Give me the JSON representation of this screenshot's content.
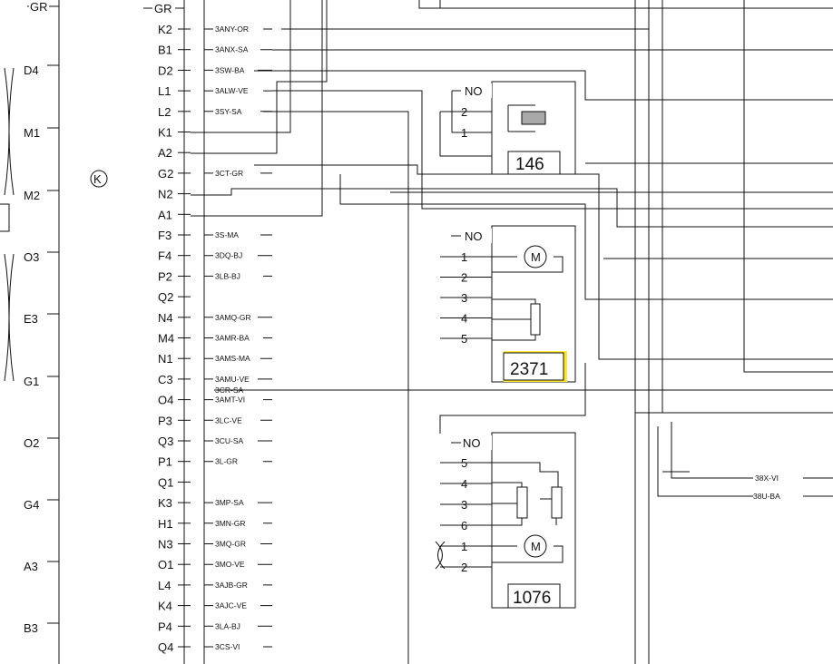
{
  "left_connector": {
    "header": "GR",
    "pins": [
      "D4",
      "M1",
      "M2",
      "O3",
      "E3",
      "G1",
      "O2",
      "G4",
      "A3",
      "B3"
    ]
  },
  "ground_symbol": "K",
  "main_connector": {
    "header": "GR",
    "pins": [
      {
        "pin": "K2",
        "wire": "3ANY-OR"
      },
      {
        "pin": "B1",
        "wire": "3ANX-SA"
      },
      {
        "pin": "D2",
        "wire": "3SW-BA"
      },
      {
        "pin": "L1",
        "wire": "3ALW-VE"
      },
      {
        "pin": "L2",
        "wire": "3SY-SA"
      },
      {
        "pin": "K1",
        "wire": ""
      },
      {
        "pin": "A2",
        "wire": ""
      },
      {
        "pin": "G2",
        "wire": "3CT-GR"
      },
      {
        "pin": "N2",
        "wire": ""
      },
      {
        "pin": "A1",
        "wire": ""
      },
      {
        "pin": "F3",
        "wire": "3S-MA"
      },
      {
        "pin": "F4",
        "wire": "3DQ-BJ"
      },
      {
        "pin": "P2",
        "wire": "3LB-BJ"
      },
      {
        "pin": "Q2",
        "wire": ""
      },
      {
        "pin": "N4",
        "wire": "3AMQ-GR"
      },
      {
        "pin": "M4",
        "wire": "3AMR-BA"
      },
      {
        "pin": "N1",
        "wire": "3AMS-MA"
      },
      {
        "pin": "C3",
        "wire": "3AMU-VE"
      },
      {
        "pin": "O4",
        "wire": "3AMT-VI"
      },
      {
        "pin": "P3",
        "wire": "3LC-VE"
      },
      {
        "pin": "Q3",
        "wire": "3CU-SA"
      },
      {
        "pin": "P1",
        "wire": "3L-GR"
      },
      {
        "pin": "Q1",
        "wire": ""
      },
      {
        "pin": "K3",
        "wire": "3MP-SA"
      },
      {
        "pin": "H1",
        "wire": "3MN-GR"
      },
      {
        "pin": "N3",
        "wire": "3MQ-GR"
      },
      {
        "pin": "O1",
        "wire": "3MO-VE"
      },
      {
        "pin": "L4",
        "wire": "3AJB-GR"
      },
      {
        "pin": "K4",
        "wire": "3AJC-VE"
      },
      {
        "pin": "P4",
        "wire": "3LA-BJ"
      },
      {
        "pin": "Q4",
        "wire": "3CS-VI"
      }
    ],
    "extra_wire": "3CR-SA"
  },
  "components": [
    {
      "id": "146",
      "header": "NO",
      "pins": [
        "2",
        "1"
      ],
      "highlighted": false
    },
    {
      "id": "2371",
      "header": "NO",
      "pins": [
        "1",
        "2",
        "3",
        "4",
        "5"
      ],
      "highlighted": true
    },
    {
      "id": "1076",
      "header": "NO",
      "pins": [
        "5",
        "4",
        "3",
        "6",
        "1",
        "2"
      ],
      "highlighted": false
    }
  ],
  "motor_label": "M",
  "right_wires": [
    "38X-VI",
    "38U-BA"
  ],
  "colors": {
    "line": "#111111",
    "highlight": "#fde732",
    "relay_core": "#a8a8a8"
  }
}
